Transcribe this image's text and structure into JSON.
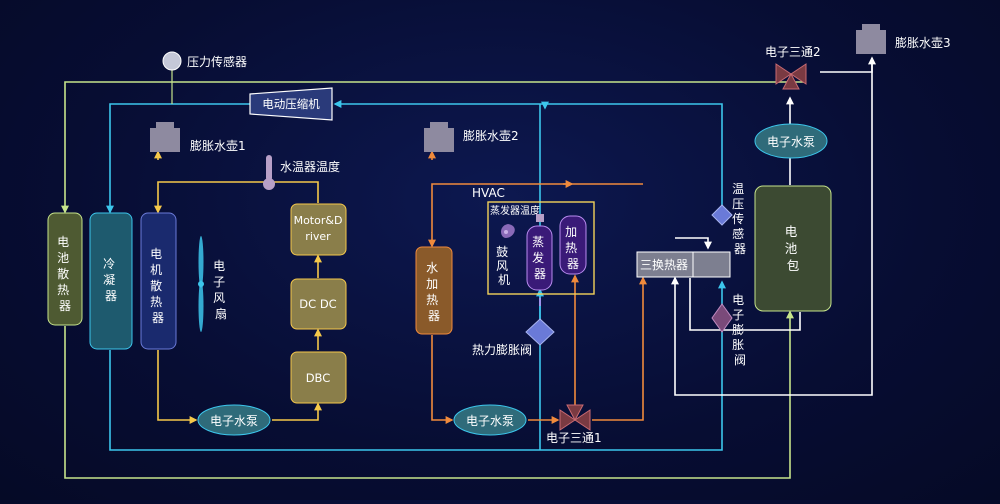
{
  "colors": {
    "background": "#070d33",
    "pipe_green": "#c6e48b",
    "pipe_blue": "#3cc6ec",
    "pipe_yellow": "#f5c84a",
    "pipe_orange": "#f08a3c",
    "pipe_white": "#ffffff",
    "pipe_purple": "#b98cf0",
    "box_olive": "#4e5a32",
    "box_teal": "#1e5a6e",
    "box_navy": "#1a2a6e",
    "box_khaki": "#8a7e4a",
    "box_brown": "#8a5a2a",
    "box_purple": "#3a1a78",
    "box_battery": "#3c4a32",
    "pump_fill": "#2f6b7a",
    "valve_fill": "#7a3a42",
    "tank_fill": "#8e8aa0",
    "hvac_border": "#f3d25a"
  },
  "labels": {
    "pressure_sensor": "压力传感器",
    "compressor": "电动压缩机",
    "expansion_tank_1": "膨胀水壶1",
    "expansion_tank_2": "膨胀水壶2",
    "expansion_tank_3": "膨胀水壶3",
    "water_temp": "水温器温度",
    "battery_radiator": [
      "电",
      "池",
      "散",
      "热",
      "器"
    ],
    "condenser": [
      "冷",
      "凝",
      "器"
    ],
    "motor_radiator": [
      "电",
      "机",
      "散",
      "热",
      "器"
    ],
    "electronic_fan": [
      "电",
      "子",
      "风",
      "扇"
    ],
    "motor_driver": "Motor&Driver",
    "dcdc": "DC DC",
    "dbc": "DBC",
    "water_heater": [
      "水",
      "加",
      "热",
      "器"
    ],
    "hvac": "HVAC",
    "evap_temp": "蒸发器温度",
    "blower": [
      "鼓",
      "风",
      "机"
    ],
    "evaporator": [
      "蒸",
      "发",
      "器"
    ],
    "heater": [
      "加",
      "热",
      "器"
    ],
    "thermal_valve": "热力膨胀阀",
    "heat_exchanger": "三换热器",
    "temp_pressure_sensor": [
      "温",
      "压",
      "传",
      "感",
      "器"
    ],
    "exp_valve": [
      "电",
      "子",
      "膨",
      "胀",
      "阀"
    ],
    "three_way_1": "电子三通1",
    "three_way_2": "电子三通2",
    "pump_left": "电子水泵",
    "pump_mid": "电子水泵",
    "pump_right": "电子水泵",
    "battery_pack": [
      "电",
      "池",
      "包"
    ]
  }
}
